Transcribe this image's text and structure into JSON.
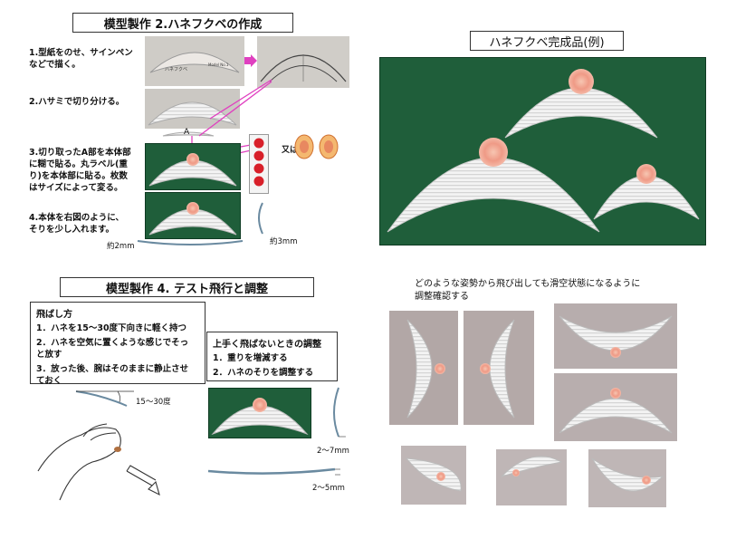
{
  "section1": {
    "title": "模型製作  2.ハネフクベの作成",
    "steps": [
      "1.型紙をのせ、サインペン\nなどで描く。",
      "2.ハサミで切り分ける。",
      "3.切り取ったA部を本体部\nに糊で貼る。丸ラベル(重\nり)を本体部に貼る。枚数\nはサイズによって変る。",
      "4.本体を右図のように、\nそりを少し入れます。"
    ],
    "template_label": "ハネフクベ",
    "model_label": "Model No.1",
    "part_label": "A",
    "or_label": "又は",
    "dim_thickness": "約2mm",
    "dim_curve": "約3mm"
  },
  "section2": {
    "title": "ハネフクベ完成品(例)"
  },
  "section3": {
    "title": "模型製作 4. テスト飛行と調整",
    "panel1": {
      "heading": "飛ばし方",
      "items": [
        "1．ハネを15～30度下向きに軽く持つ",
        "2．ハネを空気に置くような感じでそっ\nと放す",
        "3．放った後、腕はそのままに静止させ\nておく"
      ]
    },
    "angle_label": "15～30度",
    "panel2": {
      "heading": "上手く飛ばないときの調整",
      "items": [
        "1．重りを増減する",
        "2．ハネのそりを調整する"
      ]
    },
    "dim_a": "2～7mm",
    "dim_b": "2～5mm"
  },
  "section4": {
    "caption": "どのような姿勢から飛び出しても滑空状態になるように\n調整確認する"
  },
  "colors": {
    "green_bg": "#1f5e3a",
    "red_dot": "#d8202a",
    "magenta_line": "#e040c0",
    "label_pink": "#f2a08c"
  }
}
